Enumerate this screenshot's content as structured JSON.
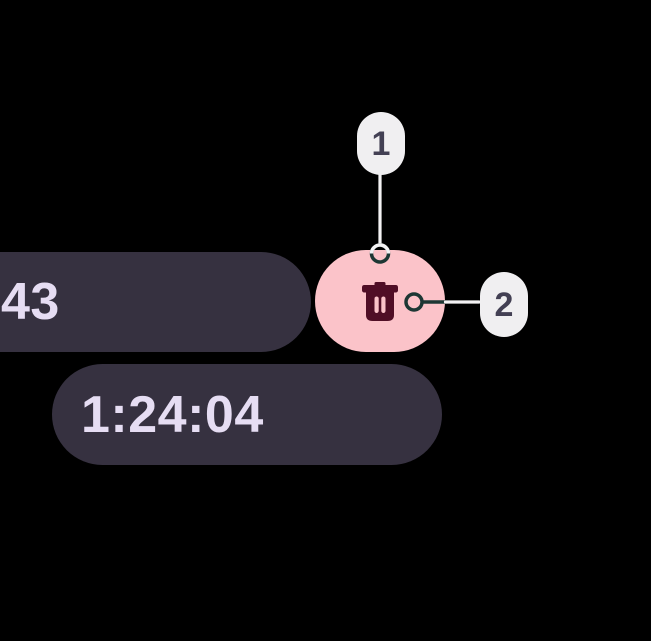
{
  "colors": {
    "background": "#000000",
    "time_pill_bg": "#363140",
    "time_text": "#E6DDF3",
    "delete_button_bg": "#FBC3C9",
    "delete_icon": "#500E26",
    "callout_badge_bg": "#F0EFF1",
    "callout_text": "#434054",
    "anchor_ring": "#1D3734",
    "leader_line": "#F3F2F4"
  },
  "stopwatch": {
    "partial_time": "43",
    "total_time": "1:24:04"
  },
  "delete_button": {
    "icon": "trash-icon"
  },
  "callouts": [
    {
      "label": "1"
    },
    {
      "label": "2"
    }
  ]
}
